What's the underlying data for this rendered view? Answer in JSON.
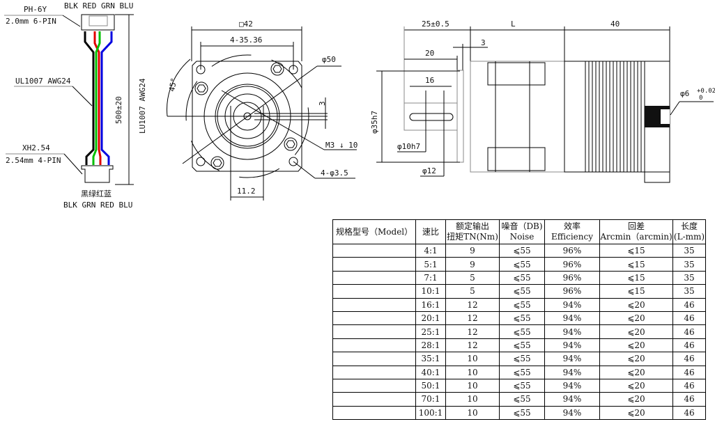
{
  "cable": {
    "top_connector": "PH-6Y",
    "top_pitch": "2.0mm 6-PIN",
    "top_colors": "BLK RED GRN BLU",
    "wire_label": "UL1007 AWG24",
    "length": "500±20",
    "side_label": "LU1007 AWG24",
    "bottom_connector": "XH2.54",
    "bottom_pitch": "2.54mm 4-PIN",
    "bottom_colors_cn": "黑绿红蓝",
    "bottom_colors": "BLK GRN RED BLU",
    "wire_colors": {
      "black": "#000000",
      "red": "#e00000",
      "green": "#00c000",
      "blue": "#0000e0"
    }
  },
  "front_view": {
    "square": "□42",
    "hole_spacing": "4-35.36",
    "angle": "45°",
    "pcd": "φ50",
    "key": "3",
    "thread": "M3 ↓ 10",
    "holes": "4-φ3.5",
    "shaft_flat": "11.2"
  },
  "side_view": {
    "shaft_length": "25±0.5",
    "gearbox_length": "L",
    "motor_length": "40",
    "key_length_outer": "20",
    "step": "3",
    "key_length": "16",
    "pilot_dia": "φ35h7",
    "shaft_dia": "φ10h7",
    "shoulder_dia": "φ12",
    "motor_shaft": "φ6",
    "tol_upper": "+0.02",
    "tol_lower": "0"
  },
  "table": {
    "headers": [
      {
        "l1": "规格型号（Model）",
        "l2": ""
      },
      {
        "l1": "速比",
        "l2": ""
      },
      {
        "l1": "额定输出",
        "l2": "扭矩TN(Nm)"
      },
      {
        "l1": "噪音（DB)",
        "l2": "Noise"
      },
      {
        "l1": "效率",
        "l2": "Efficiency"
      },
      {
        "l1": "回差",
        "l2": "Arcmin（arcmin)"
      },
      {
        "l1": "长度",
        "l2": "(L-mm)"
      }
    ],
    "rows": [
      [
        "",
        "4:1",
        "9",
        "⩽55",
        "96%",
        "⩽15",
        "35"
      ],
      [
        "",
        "5:1",
        "9",
        "⩽55",
        "96%",
        "⩽15",
        "35"
      ],
      [
        "",
        "7:1",
        "5",
        "⩽55",
        "96%",
        "⩽15",
        "35"
      ],
      [
        "",
        "10:1",
        "5",
        "⩽55",
        "96%",
        "⩽15",
        "35"
      ],
      [
        "",
        "16:1",
        "12",
        "⩽55",
        "94%",
        "⩽20",
        "46"
      ],
      [
        "",
        "20:1",
        "12",
        "⩽55",
        "94%",
        "⩽20",
        "46"
      ],
      [
        "",
        "25:1",
        "12",
        "⩽55",
        "94%",
        "⩽20",
        "46"
      ],
      [
        "",
        "28:1",
        "12",
        "⩽55",
        "94%",
        "⩽20",
        "46"
      ],
      [
        "",
        "35:1",
        "10",
        "⩽55",
        "94%",
        "⩽20",
        "46"
      ],
      [
        "",
        "40:1",
        "10",
        "⩽55",
        "94%",
        "⩽20",
        "46"
      ],
      [
        "",
        "50:1",
        "10",
        "⩽55",
        "94%",
        "⩽20",
        "46"
      ],
      [
        "",
        "70:1",
        "10",
        "⩽55",
        "94%",
        "⩽20",
        "46"
      ],
      [
        "",
        "100:1",
        "10",
        "⩽55",
        "94%",
        "⩽20",
        "46"
      ]
    ]
  }
}
